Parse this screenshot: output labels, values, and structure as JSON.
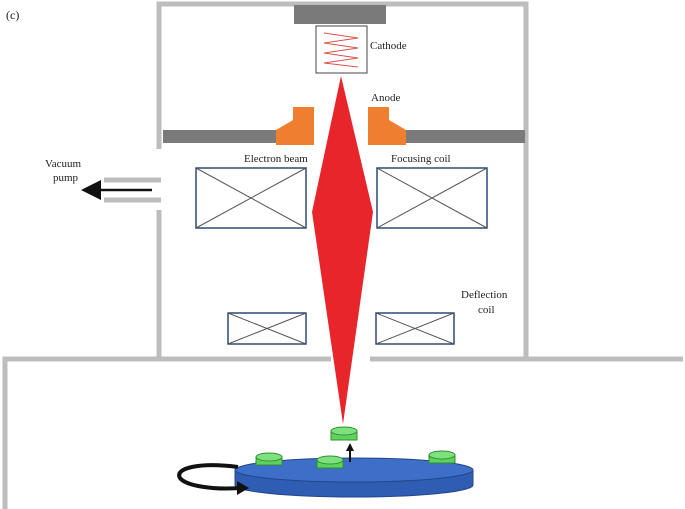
{
  "panel_label": "(c)",
  "labels": {
    "cathode": "Cathode",
    "anode": "Anode",
    "electron_beam": "Electron beam",
    "focusing_coil": "Focusing coil",
    "deflection_coil_line1": "Deflection",
    "deflection_coil_line2": "coil",
    "vacuum_pump_line1": "Vacuum",
    "vacuum_pump_line2": "pump"
  },
  "colors": {
    "chamber_wall": "#bdbdbd",
    "plate": "#7a7a7a",
    "anode": "#ef7f2e",
    "beam": "#e8252b",
    "coil_border": "#2e4a73",
    "filament": "#d9534f",
    "stage": "#3d6fc9",
    "stage_border": "#23468a",
    "sample": "#5fd15f",
    "sample_border": "#2f8f2f",
    "arrow": "#111111"
  }
}
